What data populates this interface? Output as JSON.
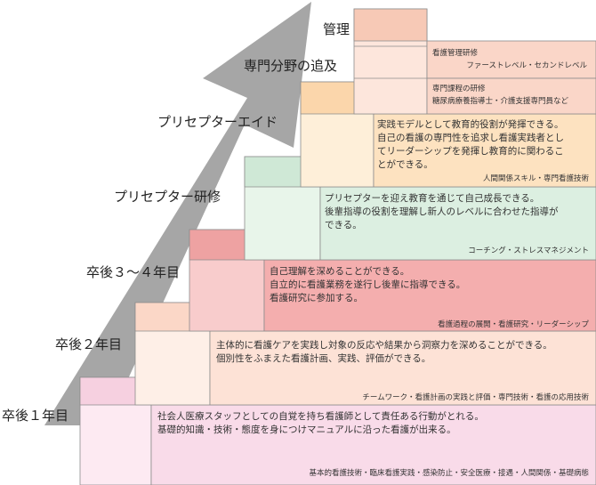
{
  "colors": {
    "arrow": "#a6a6a6",
    "level1_front": "#f9dbe9",
    "level1_face": "#fdeaf2",
    "level1_side": "#f6d0e0",
    "level2_front": "#fde2d6",
    "level2_face": "#feefe7",
    "level2_side": "#fbd7c7",
    "level3_front": "#f4aeae",
    "level3_face": "#f8cccc",
    "level3_side": "#eea2a2",
    "level4_front": "#dcefe1",
    "level4_face": "#e8f5ea",
    "level4_side": "#cfe8d6",
    "level5_front": "#fde2c0",
    "level5_face": "#feefd9",
    "level5_side": "#fbd6ab",
    "level6_front": "#fad6c8",
    "level6_face": "#fde6dc",
    "level6_side": "#f7c9b6",
    "border": "#8c8c8c"
  },
  "levels": [
    {
      "label": "卒後１年目",
      "lines": [
        "社会人医療スタッフとしての自覚を持ち看護師として責任ある行動がとれる。",
        "基礎的知識・技術・態度を身につけマニュアルに沿った看護が出来る。"
      ],
      "skills": "基本的看護技術・臨床看護実践・感染防止・安全医療・接遇・人間関係・基礎病態"
    },
    {
      "label": "卒後２年目",
      "lines": [
        "主体的に看護ケアを実践し対象の反応や結果から洞察力を深めることができる。",
        "個別性をふまえた看護計画、実践、評価ができる。"
      ],
      "skills": "チームワーク・看護計画の実践と評価・専門技術・看護の応用技術"
    },
    {
      "label": "卒後３～４年目",
      "lines": [
        "自己理解を深めることができる。",
        "自立的に看護業務を遂行し後輩に指導できる。",
        "看護研究に参加する。"
      ],
      "skills": "看護過程の展開・看護研究・リーダーシップ"
    },
    {
      "label": "プリセプター研修",
      "lines": [
        "プリセプターを迎え教育を通じて自己成長できる。",
        "後輩指導の役割を理解し新人のレベルに合わせた指導が",
        "できる。"
      ],
      "skills": "コーチング・ストレスマネジメント"
    },
    {
      "label": "プリセプターエイド",
      "lines": [
        "実践モデルとして教育的役割が発揮できる。",
        "自己の看護の専門性を追求し看護実践者とし",
        "てリーダーシップを発揮し教育的に関わるこ",
        "とができる。"
      ],
      "skills": "人間関係スキル・専門看護技術"
    },
    {
      "label": "専門分野の追及",
      "lines": [
        "専門課程の研修",
        "糖尿病療養指導士・介護支援専門員など"
      ]
    },
    {
      "label": "管理",
      "lines": [
        "看護管理研修",
        "ファーストレベル・セカンドレベル"
      ]
    }
  ]
}
